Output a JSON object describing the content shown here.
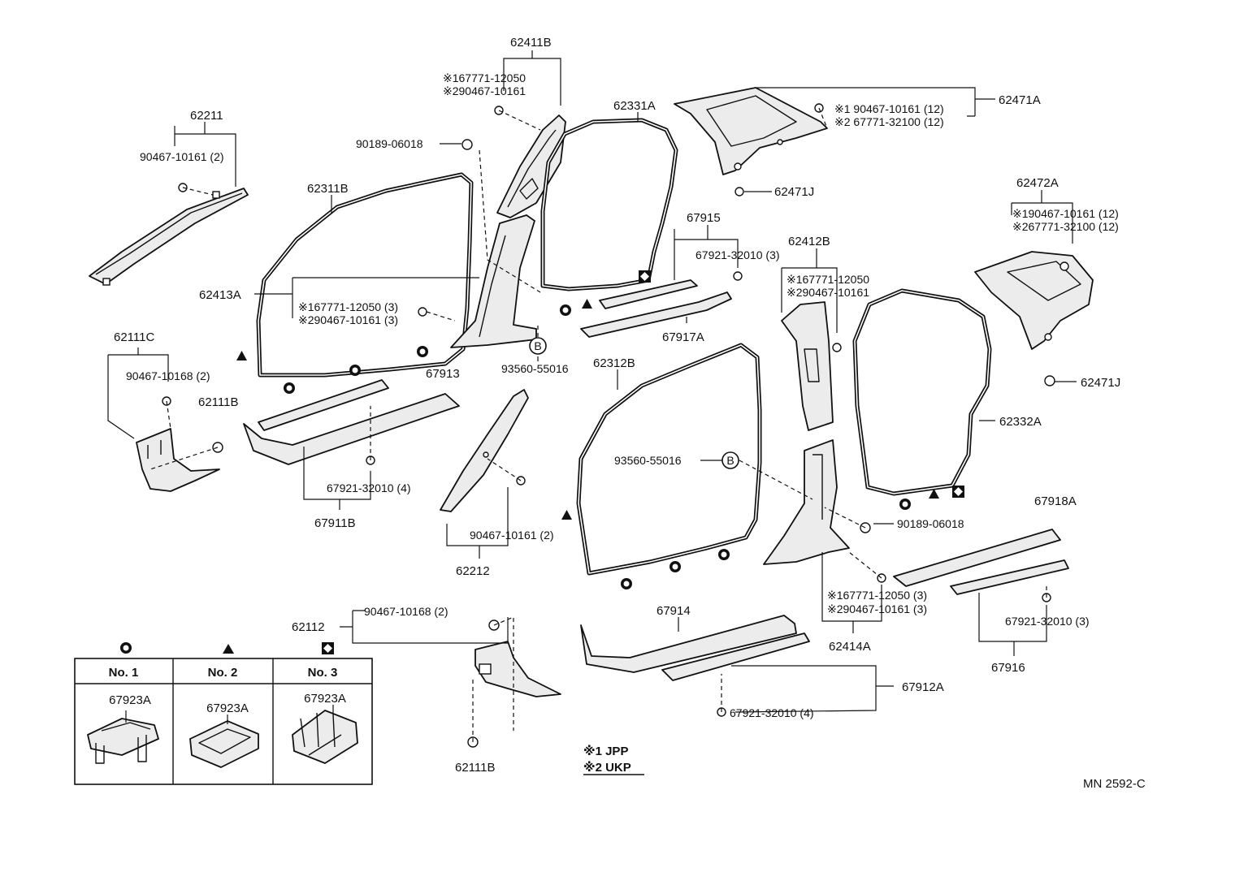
{
  "labels": {
    "p62411B": "62411B",
    "p62411B_j1": "※167771-12050",
    "p62411B_j2": "※290467-10161",
    "p62211": "62211",
    "p62211_bolt": "90467-10161 (2)",
    "p90189_top": "90189-06018",
    "p62331A": "62331A",
    "p62471A": "62471A",
    "p62471A_j1": "※1 90467-10161 (12)",
    "p62471A_j2": "※2 67771-32100 (12)",
    "p62471J_top": "62471J",
    "p62311B": "62311B",
    "p67915": "67915",
    "p67921_3": "67921-32010 (3)",
    "p62412B": "62412B",
    "p62412B_j1": "※167771-12050",
    "p62412B_j2": "※290467-10161",
    "p62472A": "62472A",
    "p62472A_j1": "※190467-10161 (12)",
    "p62472A_j2": "※267771-32100 (12)",
    "p62413A": "62413A",
    "p62413A_j1": "※167771-12050 (3)",
    "p62413A_j2": "※290467-10161 (3)",
    "p67917A": "67917A",
    "p62471J_right": "62471J",
    "p62111C": "62111C",
    "p90467_10168_2": "90467-10168 (2)",
    "p62111B_left": "62111B",
    "p67913": "67913",
    "p93560_top": "93560-55016",
    "p62312B": "62312B",
    "p62332A": "62332A",
    "p93560_mid": "93560-55016",
    "p67921_4_left": "67921-32010 (4)",
    "p67911B": "67911B",
    "p90467_10161_2": "90467-10161 (2)",
    "p62212": "62212",
    "p67918A": "67918A",
    "p90189_mid": "90189-06018",
    "p62112": "62112",
    "p90467_10168_2b": "90467-10168 (2)",
    "p67914": "67914",
    "p62414A_j1": "※167771-12050 (3)",
    "p62414A_j2": "※290467-10161 (3)",
    "p62414A": "62414A",
    "p67921_3_right": "67921-32010 (3)",
    "p67916": "67916",
    "p67912A": "67912A",
    "p67921_4_bottom": "67921-32010 (4)",
    "p62111B_bottom": "62111B",
    "b_marker": "B",
    "legend_jpp": "※1 JPP",
    "legend_ukp": "※2 UKP",
    "drawing_no": "MN 2592-C"
  },
  "clip_table": {
    "headers": [
      "No. 1",
      "No. 2",
      "No. 3"
    ],
    "parts": [
      "67923A",
      "67923A",
      "67923A"
    ],
    "symbols": [
      "circle",
      "triangle",
      "diamond"
    ]
  },
  "colors": {
    "ink": "#111111",
    "paper": "#ffffff"
  }
}
